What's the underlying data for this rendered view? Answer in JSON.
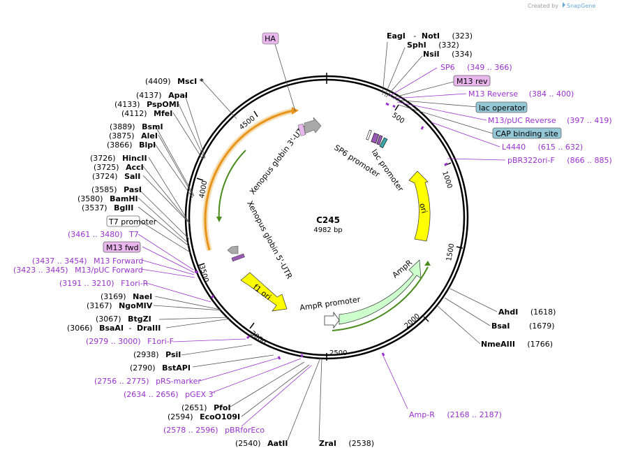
{
  "credit": "Created by",
  "brand": "SnapGene",
  "plasmid": {
    "name": "C245",
    "size": "4982 bp"
  },
  "ticks": [
    "500",
    "1000",
    "1500",
    "2000",
    "2500",
    "3000",
    "3500",
    "4000",
    "4500"
  ],
  "enzymes_top": [
    {
      "name": "EagI",
      "sep": "-",
      "name2": "NotI",
      "pos": "(323)"
    },
    {
      "name": "SphI",
      "pos": "(332)"
    },
    {
      "name": "NsiI",
      "pos": "(334)"
    }
  ],
  "features_right": [
    {
      "kind": "primer",
      "name": "SP6",
      "range": "(349 .. 366)"
    },
    {
      "kind": "boxed",
      "name": "M13 rev",
      "color": "#e9b6ee"
    },
    {
      "kind": "primer",
      "name": "M13 Reverse",
      "range": "(384 .. 400)"
    },
    {
      "kind": "boxed",
      "name": "lac operator",
      "color": "#93c7d6"
    },
    {
      "kind": "primer",
      "name": "M13/pUC Reverse",
      "range": "(397 .. 419)"
    },
    {
      "kind": "boxed",
      "name": "CAP binding site",
      "color": "#93c7d6"
    },
    {
      "kind": "primer",
      "name": "L4440",
      "range": "(615 .. 632)"
    },
    {
      "kind": "primer",
      "name": "pBR322ori-F",
      "range": "(866 .. 885)"
    }
  ],
  "enzymes_right": [
    {
      "name": "AhdI",
      "pos": "(1618)"
    },
    {
      "name": "BsaI",
      "pos": "(1679)"
    },
    {
      "name": "NmeAIII",
      "pos": "(1766)"
    }
  ],
  "amp_primer": {
    "name": "Amp-R",
    "range": "(2168 .. 2187)"
  },
  "enzymes_bottom": [
    {
      "pos": "(2540)",
      "name": "AatII"
    },
    {
      "name": "ZraI",
      "pos": "(2538)"
    }
  ],
  "left_bottom": [
    {
      "kind": "primer",
      "range": "(2578 .. 2596)",
      "name": "pBRforEco"
    },
    {
      "kind": "enzyme",
      "pos": "(2594)",
      "name": "EcoO109I"
    },
    {
      "kind": "enzyme",
      "pos": "(2651)",
      "name": "PfoI"
    },
    {
      "kind": "primer",
      "range": "(2634 .. 2656)",
      "name": "pGEX 3'"
    },
    {
      "kind": "primer",
      "range": "(2756 .. 2775)",
      "name": "pRS-marker"
    },
    {
      "kind": "enzyme",
      "pos": "(2790)",
      "name": "BstAPI"
    },
    {
      "kind": "enzyme",
      "pos": "(2938)",
      "name": "PsiI"
    },
    {
      "kind": "primer",
      "range": "(2979 .. 3000)",
      "name": "F1ori-F"
    }
  ],
  "left_mid": [
    {
      "kind": "enzyme2",
      "pos": "(3066)",
      "name": "BsaAI",
      "sep": "-",
      "name2": "DraIII"
    },
    {
      "kind": "enzyme",
      "pos": "(3067)",
      "name": "BtgZI"
    },
    {
      "kind": "enzyme",
      "pos": "(3167)",
      "name": "NgoMIV"
    },
    {
      "kind": "enzyme",
      "pos": "(3169)",
      "name": "NaeI"
    },
    {
      "kind": "primer",
      "range": "(3191 .. 3210)",
      "name": "F1ori-R"
    },
    {
      "kind": "primer",
      "range": "(3423 .. 3445)",
      "name": "M13/pUC Forward"
    },
    {
      "kind": "primer",
      "range": "(3437 .. 3454)",
      "name": "M13 Forward"
    }
  ],
  "left_boxes": [
    {
      "name": "M13 fwd",
      "color": "#e9b6ee"
    },
    {
      "name": "T7 promoter",
      "color": "#ffffff"
    }
  ],
  "t7_primer": {
    "range": "(3461 .. 3480)",
    "name": "T7"
  },
  "left_top": [
    {
      "pos": "(3537)",
      "name": "BglII"
    },
    {
      "pos": "(3580)",
      "name": "BamHI"
    },
    {
      "pos": "(3585)",
      "name": "PasI"
    },
    {
      "pos": "(3724)",
      "name": "SalI"
    },
    {
      "pos": "(3725)",
      "name": "AccI"
    },
    {
      "pos": "(3726)",
      "name": "HincII"
    },
    {
      "pos": "(3866)",
      "name": "BlpI"
    },
    {
      "pos": "(3875)",
      "name": "AleI"
    },
    {
      "pos": "(3889)",
      "name": "BsmI"
    },
    {
      "pos": "(4112)",
      "name": "MfeI"
    },
    {
      "pos": "(4133)",
      "name": "PspOMI"
    },
    {
      "pos": "(4137)",
      "name": "ApaI"
    },
    {
      "pos": "(4409)",
      "name": "MscI *"
    }
  ],
  "ha_tag": {
    "name": "HA",
    "color": "#e9b6ee"
  },
  "inner_features": [
    {
      "name": "Xenopus globin 3'-UTR"
    },
    {
      "name": "SP6 promoter"
    },
    {
      "name": "lac promoter"
    },
    {
      "name": "ori"
    },
    {
      "name": "Xenopus globin 5'-UTR"
    },
    {
      "name": "f1 ori"
    },
    {
      "name": "AmpR promoter"
    },
    {
      "name": "AmpR"
    }
  ],
  "colors": {
    "ori": "#ffff00",
    "ampr": "#ccffcc",
    "utr": "#ffb347",
    "primer": "#9932cc",
    "enzyme": "#000000"
  }
}
